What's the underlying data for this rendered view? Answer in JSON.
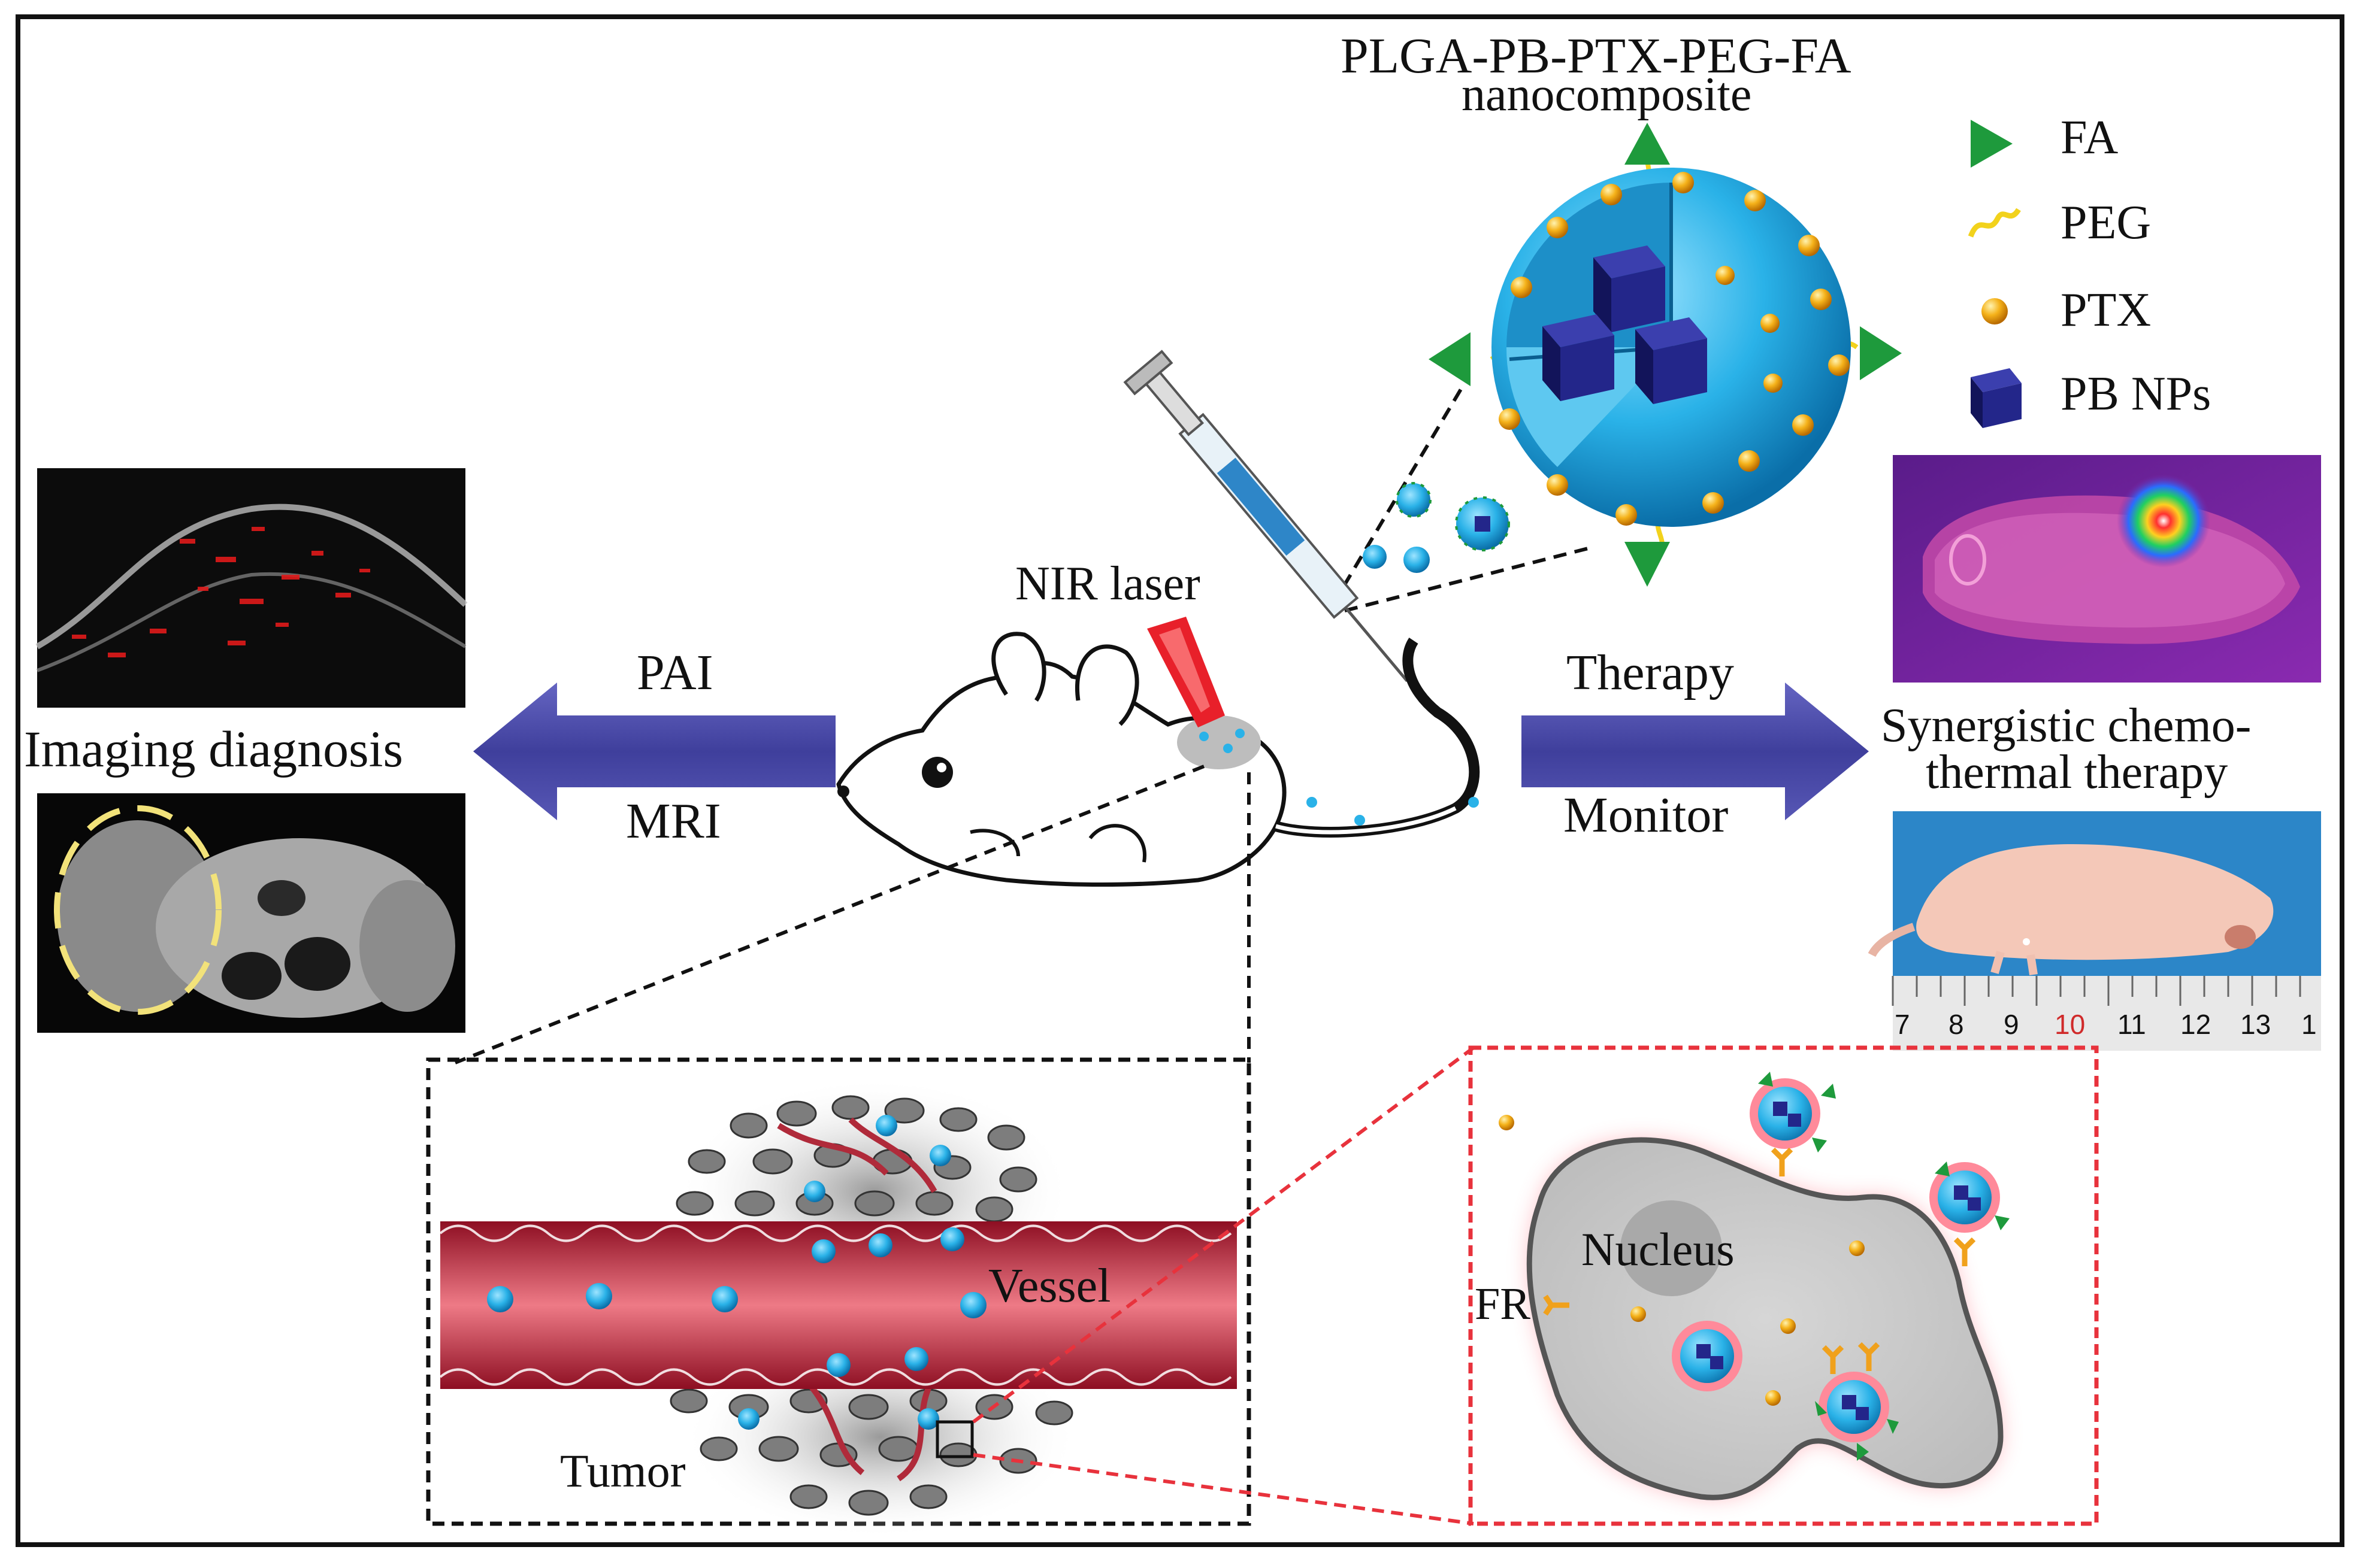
{
  "title": {
    "line1": "PLGA-PB-PTX-PEG-FA",
    "line2": "nanocomposite"
  },
  "legend": [
    {
      "label": "FA",
      "icon": "triangle-icon",
      "color": "#1e9a3c"
    },
    {
      "label": "PEG",
      "icon": "wavy-line-icon",
      "color": "#f2d21c"
    },
    {
      "label": "PTX",
      "icon": "sphere-icon",
      "color": "#f0a11c"
    },
    {
      "label": "PB NPs",
      "icon": "cube-icon",
      "color": "#1c1f7a"
    }
  ],
  "left": {
    "arrow_top": "PAI",
    "arrow_bottom": "MRI",
    "caption": "Imaging diagnosis"
  },
  "center": {
    "laser": "NIR laser"
  },
  "right": {
    "arrow_top": "Therapy",
    "arrow_bottom": "Monitor",
    "caption_line1": "Synergistic chemo-",
    "caption_line2": "thermal therapy",
    "ruler_ticks": [
      "7",
      "8",
      "9",
      "10",
      "11",
      "12",
      "13",
      "1"
    ]
  },
  "tumor_panel": {
    "vessel": "Vessel",
    "tumor": "Tumor"
  },
  "cell_panel": {
    "nucleus": "Nucleus",
    "receptor": "FR"
  },
  "colors": {
    "arrow": "#4b4ba7",
    "shell": "#2bb3e8",
    "vessel": "#c8283c",
    "dashed_red": "#e8323c"
  }
}
